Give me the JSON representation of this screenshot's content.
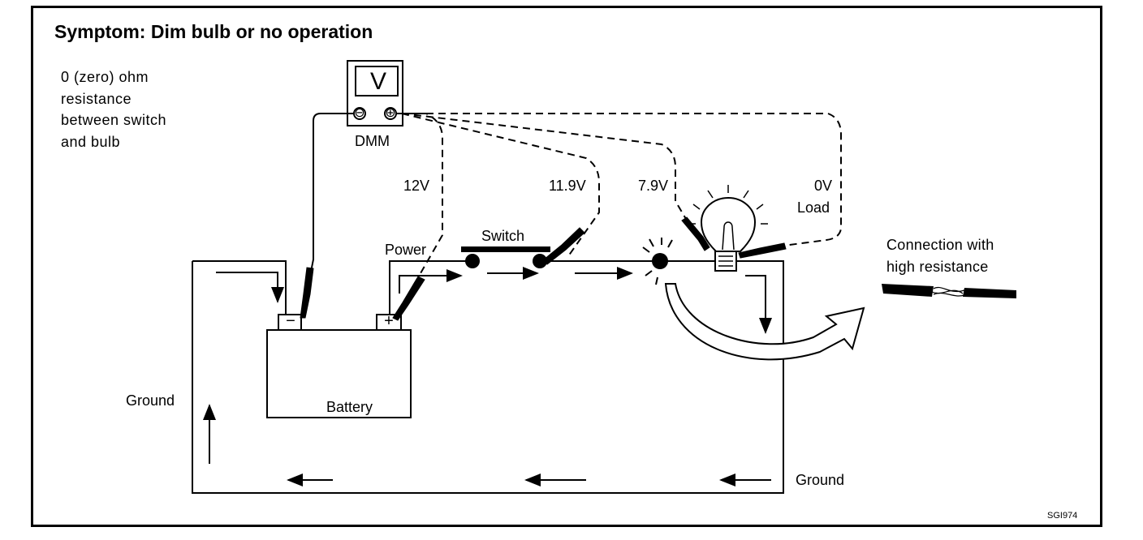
{
  "title": "Symptom: Dim bulb or no operation",
  "note_lines": [
    "0 (zero) ohm",
    "resistance",
    "between switch",
    "and bulb"
  ],
  "meter": {
    "label": "DMM",
    "face": "V",
    "minus": "⊖",
    "plus": "⊕"
  },
  "readings": {
    "power": "12V",
    "switch": "11.9V",
    "before_bulb": "7.9V",
    "after_bulb": "0V"
  },
  "labels": {
    "power": "Power",
    "switch": "Switch",
    "load": "Load",
    "battery": "Battery",
    "ground_left": "Ground",
    "ground_bottom": "Ground",
    "battery_minus": "−",
    "battery_plus": "+"
  },
  "connection_lines": [
    "Connection with",
    "high resistance"
  ],
  "figure_code": "SGI974"
}
